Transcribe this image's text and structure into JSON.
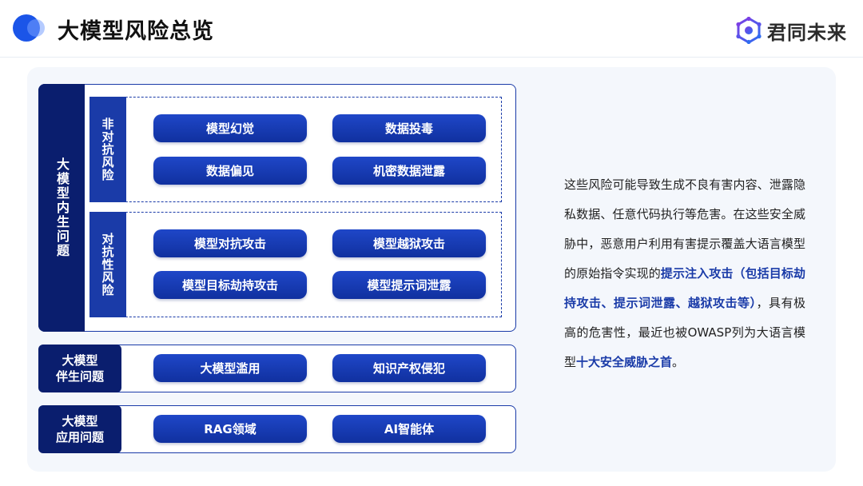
{
  "header": {
    "title": "大模型风险总览",
    "brand": "君同未来"
  },
  "diagram": {
    "inherent": {
      "label": "大模型内生问题",
      "non_adversarial": {
        "label": "非对抗风险",
        "items": [
          "模型幻觉",
          "数据投毒",
          "数据偏见",
          "机密数据泄露"
        ]
      },
      "adversarial": {
        "label": "对抗性风险",
        "items": [
          "模型对抗攻击",
          "模型越狱攻击",
          "模型目标劫持攻击",
          "模型提示词泄露"
        ]
      }
    },
    "companion": {
      "label_line1": "大模型",
      "label_line2": "伴生问题",
      "items": [
        "大模型滥用",
        "知识产权侵犯"
      ]
    },
    "application": {
      "label_line1": "大模型",
      "label_line2": "应用问题",
      "items": [
        "RAG领域",
        "AI智能体"
      ]
    }
  },
  "description": {
    "part1": "这些风险可能导致生成不良有害内容、泄露隐私数据、任意代码执行等危害。在这些安全威胁中，恶意用户利用有害提示覆盖大语言模型的原始指令实现的",
    "highlight1": "提示注入攻击（包括目标劫持攻击、提示词泄露、越狱攻击等）",
    "part2": "，具有极高的危害性，最近也被OWASP列为大语言模型",
    "highlight2": "十大安全威胁之首",
    "part3": "。"
  },
  "colors": {
    "primary": "#1a3ba8",
    "dark": "#0a1e6e",
    "panel_bg": "#f4f7fc"
  }
}
